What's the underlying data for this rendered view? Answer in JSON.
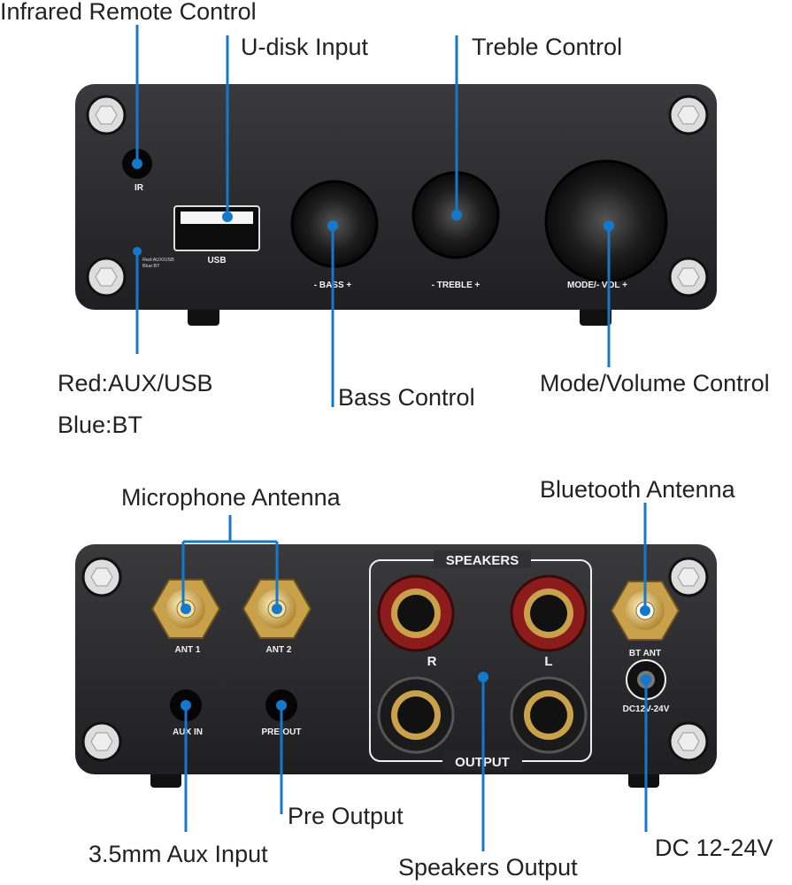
{
  "colors": {
    "callout": "#1479cc",
    "panel": "#2b2b2d",
    "gold": "#d8b35a",
    "red_terminal": "#8c1c1c"
  },
  "top_panel": {
    "labels": {
      "ir": "IR",
      "usb": "USB",
      "led": "Red:AUX/USB",
      "led2": "Blue:BT",
      "bass": "- BASS +",
      "treble": "- TREBLE +",
      "volume": "MODE/- VOL +"
    },
    "callouts": {
      "ir": "Infrared Remote Control",
      "usb": "U-disk Input",
      "treble": "Treble Control",
      "bass": "Bass Control",
      "mode": "Mode/Volume Control",
      "led_red": "Red:AUX/USB",
      "led_blue": "Blue:BT"
    }
  },
  "bottom_panel": {
    "labels": {
      "ant1": "ANT 1",
      "ant2": "ANT 2",
      "aux": "AUX IN",
      "pre": "PRE-OUT",
      "speakers": "SPEAKERS",
      "output": "OUTPUT",
      "r": "R",
      "l": "L",
      "bt_ant": "BT ANT",
      "dc": "DC12V-24V"
    },
    "callouts": {
      "mic": "Microphone Antenna",
      "bt": "Bluetooth Antenna",
      "pre": "Pre Output",
      "aux": "3.5mm Aux Input",
      "speakers": "Speakers Output",
      "dc": "DC 12-24V"
    }
  }
}
